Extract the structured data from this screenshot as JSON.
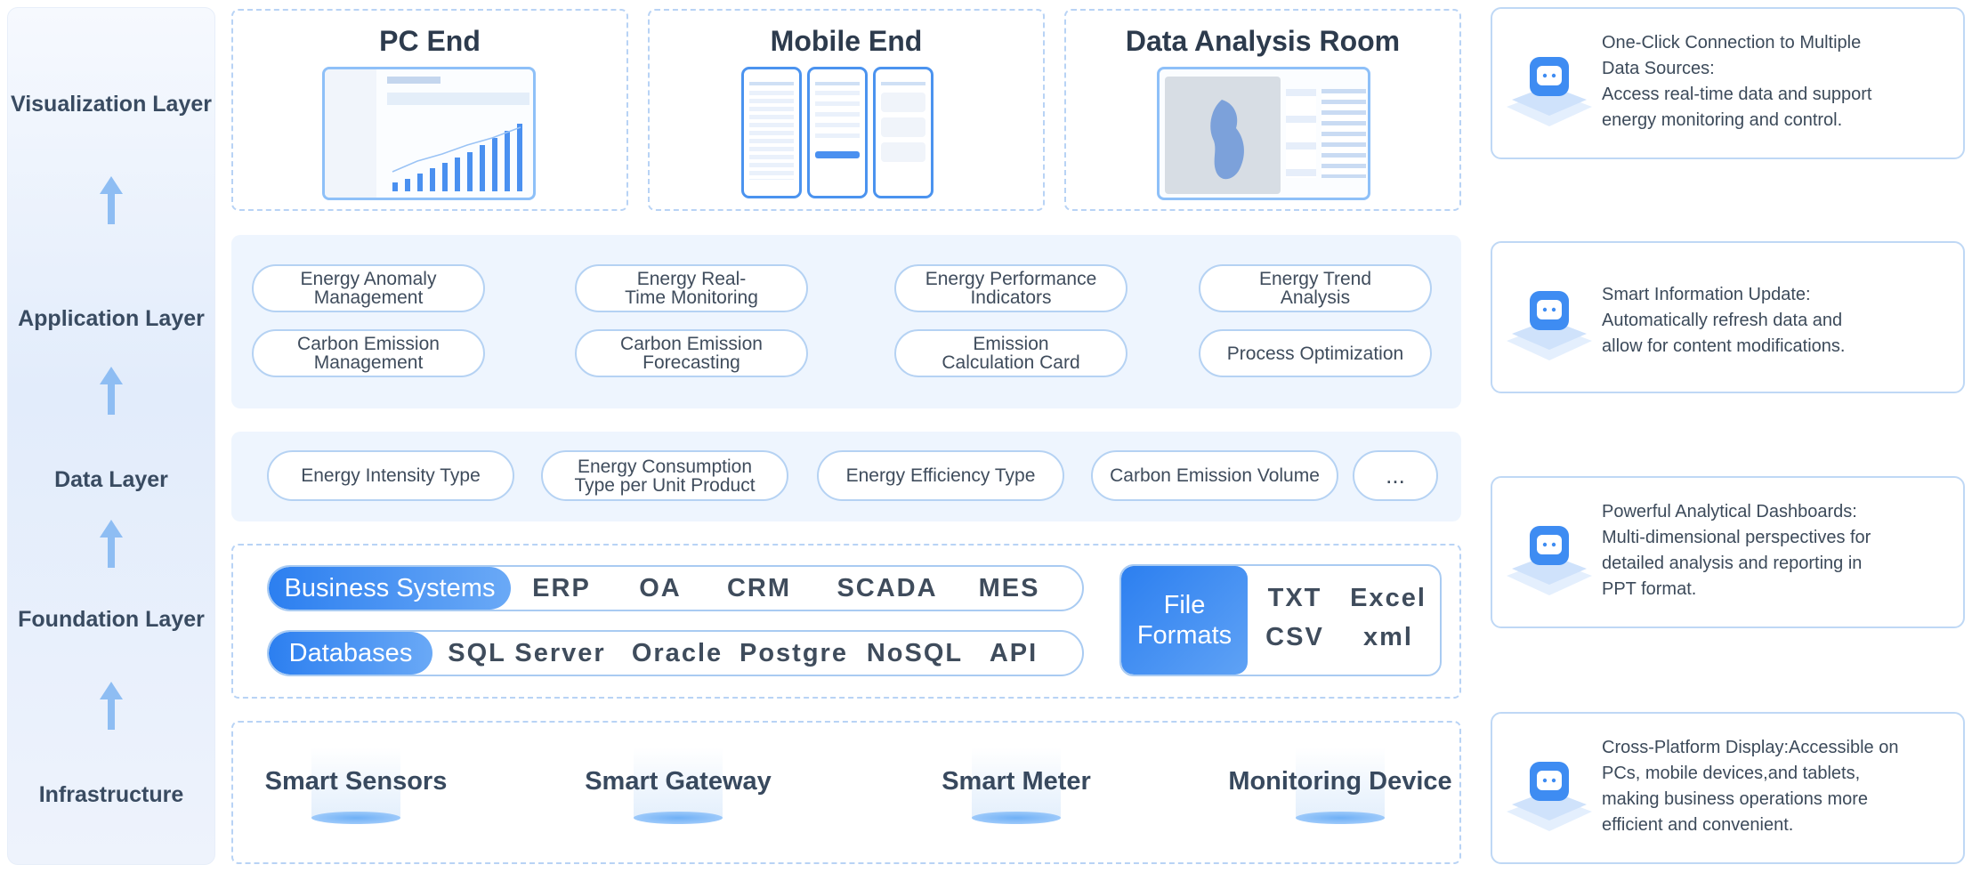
{
  "layers": {
    "visualization": "Visualization Layer",
    "application": "Application Layer",
    "data": "Data Layer",
    "foundation": "Foundation Layer",
    "infrastructure": "Infrastructure"
  },
  "visualization": {
    "pc_title": "PC End",
    "mobile_title": "Mobile End",
    "room_title": "Data Analysis Room"
  },
  "application": {
    "items": [
      "Energy Anomaly\nManagement",
      "Energy Real-\nTime Monitoring",
      "Energy Performance\nIndicators",
      "Energy Trend\nAnalysis",
      "Carbon Emission\nManagement",
      "Carbon Emission\nForecasting",
      "Emission\nCalculation Card",
      "Process Optimization"
    ]
  },
  "data_layer": {
    "items": [
      "Energy Intensity Type",
      "Energy Consumption\nType per Unit Product",
      "Energy Efficiency Type",
      "Carbon Emission Volume",
      "..."
    ]
  },
  "foundation": {
    "business_label": "Business Systems",
    "business_items": [
      "ERP",
      "OA",
      "CRM",
      "SCADA",
      "MES"
    ],
    "db_label": "Databases",
    "db_items": [
      "SQL Server",
      "Oracle",
      "Postgre",
      "NoSQL",
      "API"
    ],
    "file_label": "File\nFormats",
    "file_items": [
      "TXT",
      "Excel",
      "CSV",
      "xml"
    ]
  },
  "infrastructure": {
    "items": [
      "Smart Sensors",
      "Smart Gateway",
      "Smart Meter",
      "Monitoring Device"
    ]
  },
  "features": [
    {
      "text": "One-Click Connection to Multiple\nData Sources:\nAccess real-time data and support\nenergy monitoring and control.",
      "icon": "message-icon"
    },
    {
      "text": "Smart Information Update:\nAutomatically refresh data and\nallow for content modifications.",
      "icon": "message-icon"
    },
    {
      "text": "Powerful Analytical Dashboards:\nMulti-dimensional perspectives for\ndetailed analysis and reporting in\nPPT format.",
      "icon": "message-icon"
    },
    {
      "text": "Cross-Platform Display:Accessible on\nPCs, mobile devices,and tablets,\nmaking business operations more\nefficient and convenient.",
      "icon": "message-icon"
    }
  ],
  "colors": {
    "accent": "#2c7ff0",
    "pill_border": "#b5d2f3",
    "panel_bg": "#eef5fe",
    "text_dark": "#2d3b4d"
  }
}
